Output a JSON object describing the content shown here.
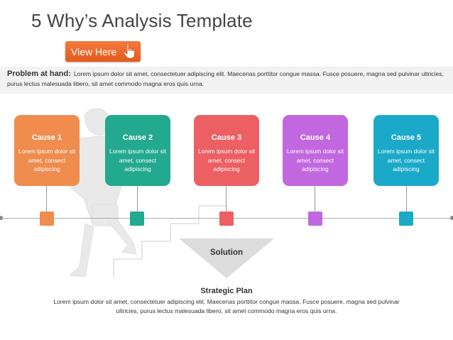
{
  "title": "5 Why’s Analysis Template",
  "view_button": {
    "label": "View Here"
  },
  "problem": {
    "label": "Problem at hand:",
    "text": "Lorem ipsum dolor sit amet, consectetuer adipiscing elit. Maecenas porttitor congue massa. Fusce posuere, magna sed pulvinar ultricies, purus lectus malesuada libero, sit amet commodo magna eros quis urna."
  },
  "causes": [
    {
      "title": "Cause 1",
      "text": "Lorem ipsum dolor sit amet, consect adipiscing",
      "color": "#ef8c4e"
    },
    {
      "title": "Cause 2",
      "text": "Lorem ipsum dolor sit amet, consect adipiscing",
      "color": "#22a98f"
    },
    {
      "title": "Cause 3",
      "text": "Lorem ipsum dolor sit amet, consect adipiscing",
      "color": "#ec5f63"
    },
    {
      "title": "Cause 4",
      "text": "Lorem ipsum dolor sit amet, consect adipiscing",
      "color": "#c168e0"
    },
    {
      "title": "Cause 5",
      "text": "Lorem ipsum dolor sit amet, consect adipiscing",
      "color": "#1ba9c9"
    }
  ],
  "solution": {
    "label": "Solution",
    "color": "#dcdcdc"
  },
  "strategic_plan": {
    "title": "Strategic Plan",
    "text": "Lorem ipsum dolor sit amet, consectetuer adipiscing elit. Maecenas porttitor congue massa. Fusce posuere, magna sed pulvinar ultricies, purus lectus malesuada libero, sit amet commodo magna eros quis urna."
  },
  "icons": {
    "view_button": "pointing-hand-icon",
    "background": "businessman-climbing-stairs-icon"
  }
}
